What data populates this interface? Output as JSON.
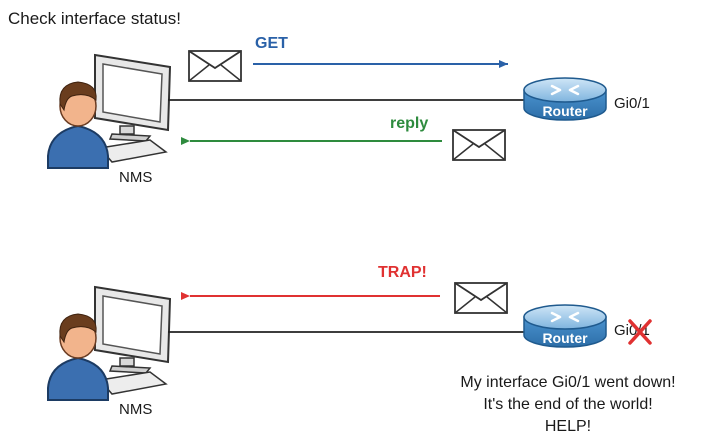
{
  "top_caption": "Check interface status!",
  "get_scenario": {
    "nms_label": "NMS",
    "router_label": "Router",
    "interface_label": "Gi0/1",
    "request_label": "GET",
    "response_label": "reply"
  },
  "trap_scenario": {
    "nms_label": "NMS",
    "router_label": "Router",
    "interface_label": "Gi0/1",
    "trap_label": "TRAP!",
    "alert_lines": [
      "My interface Gi0/1 went down!",
      "It's the end of the world!",
      "HELP!"
    ]
  },
  "colors": {
    "get_arrow": "#2a61a8",
    "reply_arrow": "#2e8b3e",
    "trap_arrow": "#e03131",
    "failed_interface_mark": "#e03131",
    "router_body": "#3f87c6"
  },
  "icons": [
    "nms-workstation-icon",
    "router-icon",
    "envelope-icon",
    "failed-interface-x-icon"
  ]
}
